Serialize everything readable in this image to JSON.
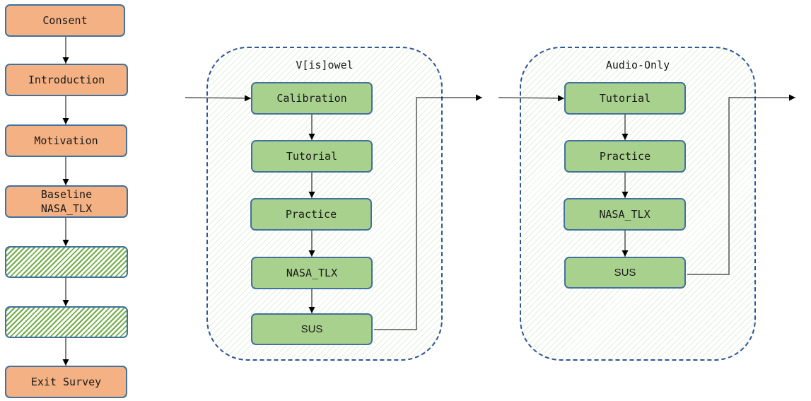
{
  "flow": {
    "consent": "Consent",
    "introduction": "Introduction",
    "motivation": "Motivation",
    "baseline_line1": "Baseline",
    "baseline_line2": "NASA_TLX",
    "exit_survey": "Exit Survey"
  },
  "visowel": {
    "title": "V[is]owel",
    "steps": [
      "Calibration",
      "Tutorial",
      "Practice",
      "NASA_TLX",
      "SUS"
    ]
  },
  "audio_only": {
    "title": "Audio-Only",
    "steps": [
      "Tutorial",
      "Practice",
      "NASA_TLX",
      "SUS"
    ]
  },
  "colors": {
    "orange_fill": "#f4b183",
    "green_fill": "#a9d18e",
    "box_border": "#41719c",
    "group_border": "#2f5597",
    "hatch": "#70ad47"
  }
}
